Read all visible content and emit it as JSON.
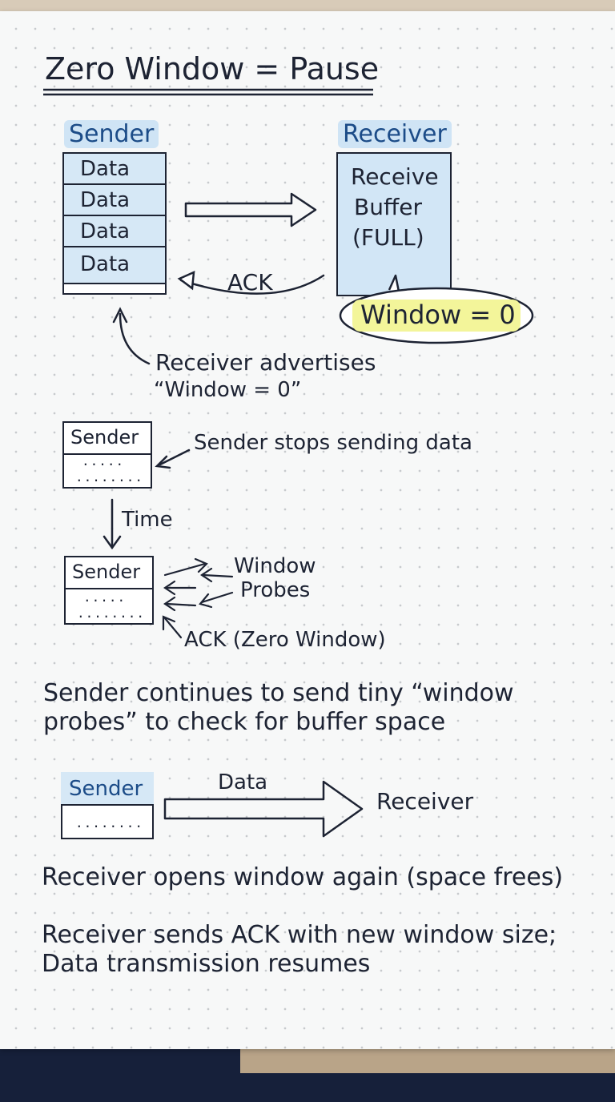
{
  "title": "Zero Window = Pause",
  "step1": {
    "sender_label": "Sender",
    "data_cells": [
      "Data",
      "Data",
      "Data",
      "Data"
    ],
    "receiver_label": "Receiver",
    "buffer_lines": [
      "Receive",
      "Buffer",
      "(FULL)"
    ],
    "ack_label": "ACK",
    "window_bubble": "Window = 0",
    "advertise_lines": [
      "Receiver advertises",
      "“Window = 0”"
    ]
  },
  "step2": {
    "sender_label": "Sender",
    "dots_top": ".....",
    "dots_bottom": "........",
    "note": "Sender stops sending data",
    "time_label": "Time"
  },
  "step3": {
    "sender_label": "Sender",
    "dots_top": ".....",
    "dots_bottom": "........",
    "probes_lines": [
      "Window",
      "Probes"
    ],
    "ack_label": "ACK (Zero Window)"
  },
  "probe_text": [
    "Sender continues to send tiny “window",
    "probes” to check for buffer space"
  ],
  "step4": {
    "sender_label": "Sender",
    "dots": "........",
    "data_label": "Data",
    "receiver_label": "Receiver"
  },
  "closing_text": [
    "Receiver opens window again (space frees)",
    "Receiver sends ACK with new window size;",
    "Data transmission resumes"
  ],
  "colors": {
    "ink": "#1d2333",
    "heading_blue": "#1c4c88",
    "highlight_blue": "#cfe4f5",
    "highlight_yellow": "#f3f59a"
  }
}
